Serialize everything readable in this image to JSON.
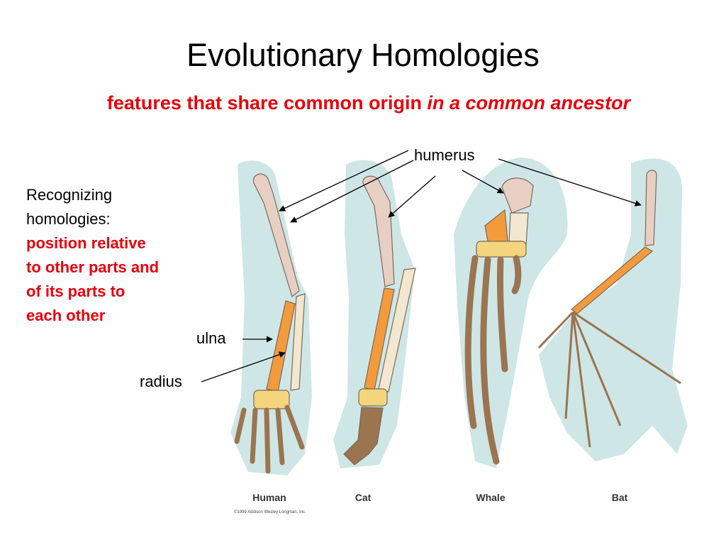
{
  "title": "Evolutionary Homologies",
  "subtitle": {
    "normal": "features that share common origin",
    "italic": "in a common ancestor"
  },
  "side_text": {
    "line1": "Recognizing",
    "line2": "homologies:",
    "red_lines": [
      "position relative",
      "to other parts and",
      "of its parts to",
      "each other"
    ]
  },
  "labels": {
    "humerus": "humerus",
    "ulna": "ulna",
    "radius": "radius"
  },
  "captions": [
    "Human",
    "Cat",
    "Whale",
    "Bat"
  ],
  "copyright": "©1999 Addison Wesley Longman, Inc.",
  "colors": {
    "title_red": "#e8000b",
    "humerus_bone": "#e8cfc4",
    "radius_bone": "#f39a3c",
    "ulna_bone": "#f3e7cf",
    "hand_bone": "#9b7450",
    "carpal": "#f2d57c",
    "silhouette": "#cfe6e6"
  }
}
